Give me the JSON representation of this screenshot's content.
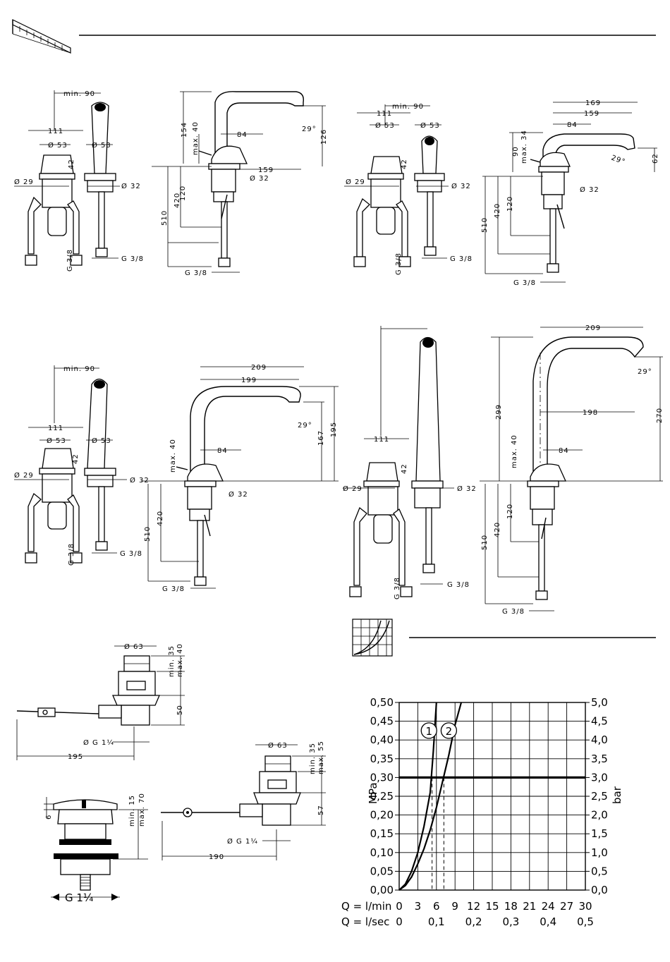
{
  "diagrams": {
    "d1": {
      "front": {
        "min90": "min. 90",
        "w111": "111",
        "d53a": "Ø 53",
        "d53b": "Ø 53",
        "h42": "42",
        "d29": "Ø 29",
        "d32": "Ø 32",
        "g38a": "G 3/8",
        "g38b": "G 3/8"
      },
      "side": {
        "h154": "154",
        "max40": "max. 40",
        "w84": "84",
        "a29": "29°",
        "h126": "126",
        "w159": "159",
        "d32": "Ø 32",
        "h510": "510",
        "h420": "420",
        "h120": "120",
        "g38": "G 3/8"
      }
    },
    "d2": {
      "front": {
        "min90": "min. 90",
        "w111": "111",
        "d53a": "Ø 53",
        "d53b": "Ø 53",
        "h42": "42",
        "d29": "Ø 29",
        "d32": "Ø 32",
        "g38a": "G 3/8",
        "g38b": "G 3/8"
      },
      "side": {
        "w169": "169",
        "w159": "159",
        "w84": "84",
        "h90": "90",
        "max34": "max. 34",
        "a29": "29°",
        "h62": "62",
        "d32": "Ø 32",
        "h510": "510",
        "h420": "420",
        "h120": "120",
        "g38": "G 3/8"
      }
    },
    "d3": {
      "front": {
        "min90": "min. 90",
        "w111": "111",
        "d53a": "Ø 53",
        "d53b": "Ø 53",
        "h42": "42",
        "d29": "Ø 29",
        "d32": "Ø 32",
        "g38a": "G 3/8",
        "g38b": "G 3/8"
      },
      "side": {
        "w209": "209",
        "w199": "199",
        "max40": "max. 40",
        "w84": "84",
        "a29": "29°",
        "h167": "167",
        "h195": "195",
        "d32": "Ø 32",
        "h510": "510",
        "h420": "420",
        "g38": "G 3/8"
      }
    },
    "d4": {
      "front": {
        "w111": "111",
        "h42": "42",
        "d29": "Ø 29",
        "d32": "Ø 32",
        "g38a": "G 3/8",
        "g38b": "G 3/8"
      },
      "side": {
        "w209": "209",
        "h299": "299",
        "a29": "29°",
        "w198": "198",
        "h270": "270",
        "max40": "max. 40",
        "w84": "84",
        "h120": "120",
        "h420": "420",
        "h510": "510",
        "g38": "G 3/8"
      }
    },
    "waste1": {
      "d63": "Ø 63",
      "min35": "min. 35",
      "max40": "max. 40",
      "h50": "50",
      "dg": "Ø G 1¼",
      "w195": "195"
    },
    "waste2": {
      "d63": "Ø 63",
      "min35": "min. 35",
      "max55": "max. 55",
      "h57": "57",
      "dg": "Ø G 1¼",
      "w190": "190"
    },
    "plug": {
      "h6": "6",
      "min15": "min. 15",
      "max70": "max. 70",
      "g": "G 1¼"
    }
  },
  "chart_data": {
    "type": "line",
    "title": "",
    "ylabel": "MPa",
    "ylabel_right": "bar",
    "y_ticks_left": [
      "0,00",
      "0,05",
      "0,10",
      "0,15",
      "0,20",
      "0,25",
      "0,30",
      "0,35",
      "0,40",
      "0,45",
      "0,50"
    ],
    "y_ticks_right": [
      "0,0",
      "0,5",
      "1,0",
      "1,5",
      "2,0",
      "2,5",
      "3,0",
      "3,5",
      "4,0",
      "4,5",
      "5,0"
    ],
    "x_row1_label": "Q = l/min",
    "x_row1_ticks": [
      "0",
      "3",
      "6",
      "9",
      "12",
      "15",
      "18",
      "21",
      "24",
      "27",
      "30"
    ],
    "x_row2_label": "Q = l/sec",
    "x_row2_ticks": [
      "0",
      "0,1",
      "0,2",
      "0,3",
      "0,4",
      "0,5"
    ],
    "xlim": [
      0,
      30
    ],
    "ylim": [
      0,
      0.5
    ],
    "reference_line": 0.3,
    "series": [
      {
        "name": "1",
        "x": [
          0,
          1,
          2,
          3,
          4,
          5,
          5.5,
          6
        ],
        "y": [
          0,
          0.016,
          0.05,
          0.1,
          0.17,
          0.26,
          0.37,
          0.5
        ],
        "dashed_x": 5.3
      },
      {
        "name": "2",
        "x": [
          0,
          1,
          2,
          3,
          4,
          5,
          6,
          7,
          8,
          9,
          10
        ],
        "y": [
          0,
          0.012,
          0.035,
          0.07,
          0.11,
          0.16,
          0.22,
          0.29,
          0.36,
          0.44,
          0.5
        ],
        "dashed_x": 7.2
      }
    ]
  }
}
